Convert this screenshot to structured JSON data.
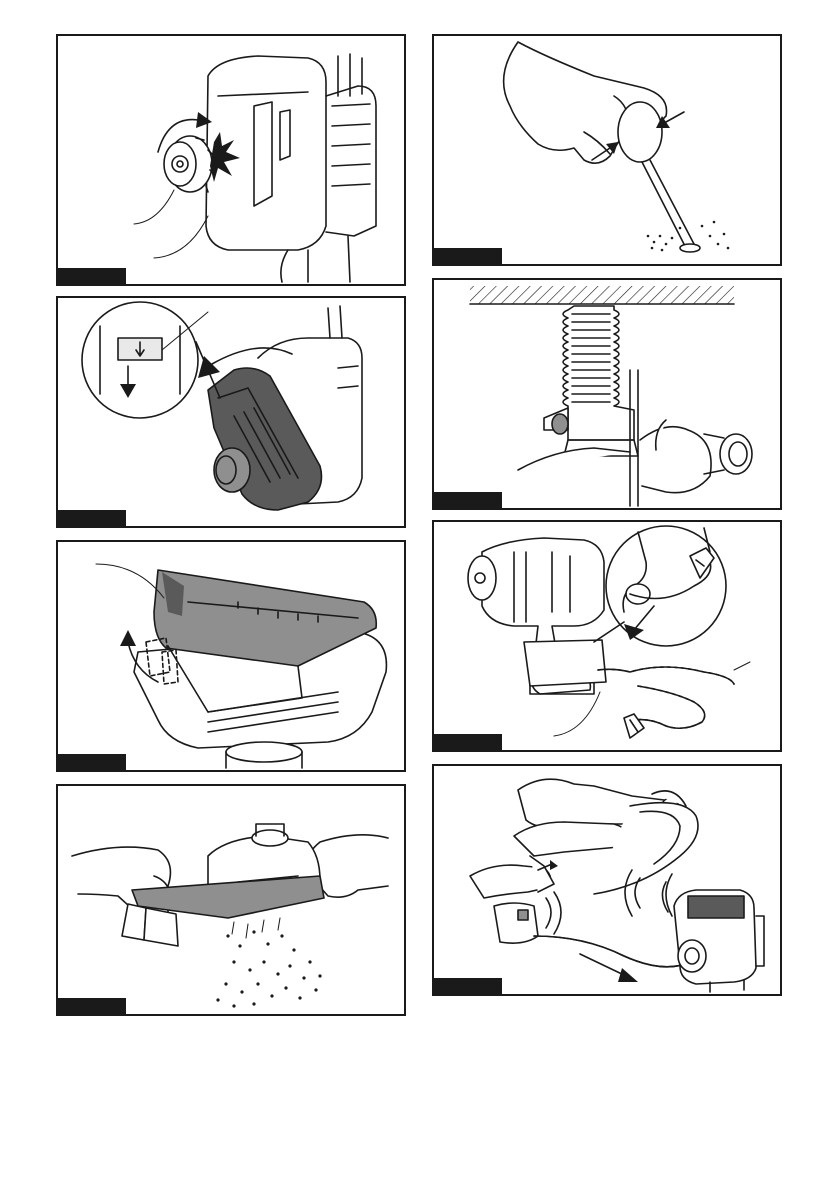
{
  "page": {
    "background": "#ffffff"
  },
  "figures": [
    {
      "id": "fig-1",
      "caption": "",
      "icon": "dust-case-cap-rotate-illustration"
    },
    {
      "id": "fig-2",
      "caption": "",
      "icon": "dust-case-release-illustration"
    },
    {
      "id": "fig-3",
      "caption": "",
      "icon": "filter-removal-illustration"
    },
    {
      "id": "fig-4",
      "caption": "",
      "icon": "dust-case-emptying-illustration"
    },
    {
      "id": "fig-5",
      "caption": "",
      "icon": "blower-bulb-hole-cleaning-illustration"
    },
    {
      "id": "fig-6",
      "caption": "",
      "icon": "ceiling-drilling-bellows-illustration"
    },
    {
      "id": "fig-7",
      "caption": "",
      "icon": "lanyard-attachment-illustration"
    },
    {
      "id": "fig-8",
      "caption": "",
      "icon": "vacuum-cleaner-connection-illustration"
    }
  ],
  "colors": {
    "ink": "#1a1a1a",
    "tool_gray": "#8f8f8f",
    "tool_dark": "#5a5a5a"
  }
}
